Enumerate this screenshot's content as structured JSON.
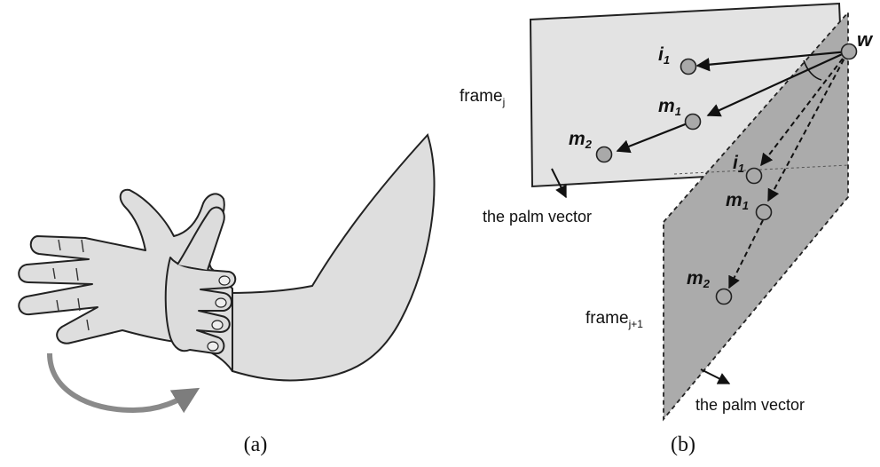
{
  "panel_a": {
    "caption": "(a)"
  },
  "panel_b": {
    "caption": "(b)",
    "frame_j_label": "frame",
    "frame_j_sub": "j",
    "frame_j1_label": "frame",
    "frame_j1_sub": "j+1",
    "palm_vector_top": "the palm vector",
    "palm_vector_bottom": "the palm vector",
    "point_w": "w",
    "point_i1_top": "i",
    "point_i1_top_sub": "1",
    "point_m1_top": "m",
    "point_m1_top_sub": "1",
    "point_m2_top": "m",
    "point_m2_top_sub": "2",
    "point_i1_bottom": "i",
    "point_i1_bottom_sub": "1",
    "point_m1_bottom": "m",
    "point_m1_bottom_sub": "1",
    "point_m2_bottom": "m",
    "point_m2_bottom_sub": "2"
  },
  "colors": {
    "plane_light": "#e3e3e3",
    "plane_dark": "#ababab",
    "skin": "#dedede",
    "point_fill": "#a9a9a9",
    "rotation_arrow": "#8a8a8a"
  }
}
